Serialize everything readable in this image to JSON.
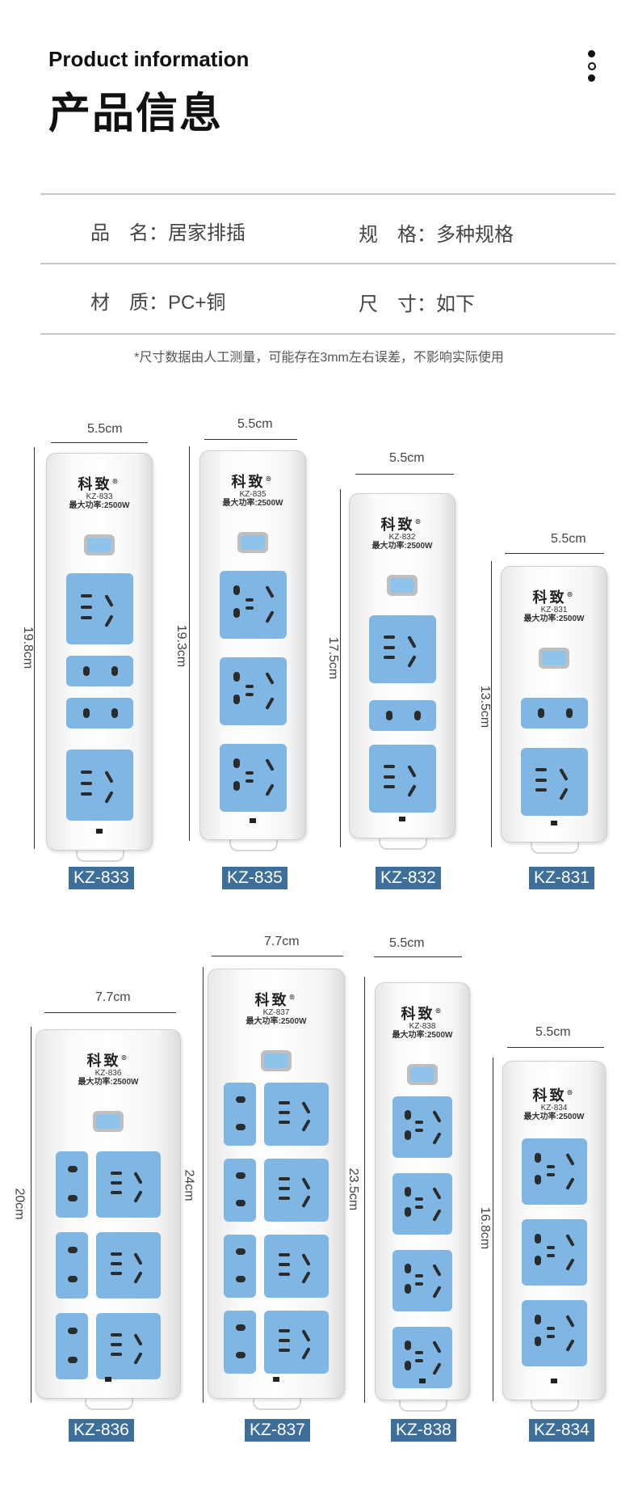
{
  "header": {
    "title_en": "Product information",
    "title_cn": "产品信息",
    "menu_icon": "vertical-dots-icon"
  },
  "specs": {
    "name_label": "品　名：",
    "name_value": "居家排插",
    "spec_label": "规　格：",
    "spec_value": "多种规格",
    "material_label": "材　质：",
    "material_value": "PC+铜",
    "size_label": "尺　寸：",
    "size_value": "如下"
  },
  "note": "*尺寸数据由人工测量，可能存在3mm左右误差，不影响实际使用",
  "brand": {
    "name": "科致",
    "mark": "®",
    "power": "最大功率:2500W"
  },
  "products": [
    {
      "model": "KZ-833",
      "width": "5.5cm",
      "length": "19.8cm"
    },
    {
      "model": "KZ-835",
      "width": "5.5cm",
      "length": "19.3cm"
    },
    {
      "model": "KZ-832",
      "width": "5.5cm",
      "length": "17.5cm"
    },
    {
      "model": "KZ-831",
      "width": "5.5cm",
      "length": "13.5cm"
    },
    {
      "model": "KZ-836",
      "width": "7.7cm",
      "length": "20cm"
    },
    {
      "model": "KZ-837",
      "width": "7.7cm",
      "length": "24cm"
    },
    {
      "model": "KZ-838",
      "width": "5.5cm",
      "length": "23.5cm"
    },
    {
      "model": "KZ-834",
      "width": "5.5cm",
      "length": "16.8cm"
    }
  ],
  "colors": {
    "socket_blue": "#7fb6e3",
    "tag_blue": "#3e6e9a",
    "divider": "#c9c9c9"
  }
}
